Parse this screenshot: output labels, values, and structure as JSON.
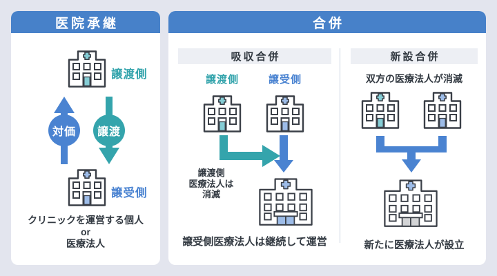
{
  "colors": {
    "bg": "#e3e5ee",
    "header_blue": "#4781c9",
    "teal": "#34a4ac",
    "blue": "#4a83d1",
    "teal_light": "#85cdd5",
    "blue_light": "#9dbce8",
    "gray_light": "#d3d4d6",
    "subhdr": "#edeff4",
    "divider": "#c9d3e0",
    "text": "#333a42"
  },
  "succession": {
    "title": "医院承継",
    "transferor_label": "譲渡側",
    "transferee_label": "譲受側",
    "compensation_label": "対価",
    "transfer_label": "譲渡",
    "caption_lines": [
      "クリニックを運営する個人",
      "or",
      "医療法人"
    ]
  },
  "merger": {
    "title": "合併",
    "absorption": {
      "header": "吸収合併",
      "transferor_label": "譲渡側",
      "transferee_label": "譲受側",
      "note_lines": [
        "譲渡側",
        "医療法人は",
        "消滅"
      ],
      "caption": "譲受側医療法人は継続して運営"
    },
    "consolidation": {
      "header": "新設合併",
      "note": "双方の医療法人が消滅",
      "caption": "新たに医療法人が設立"
    }
  }
}
